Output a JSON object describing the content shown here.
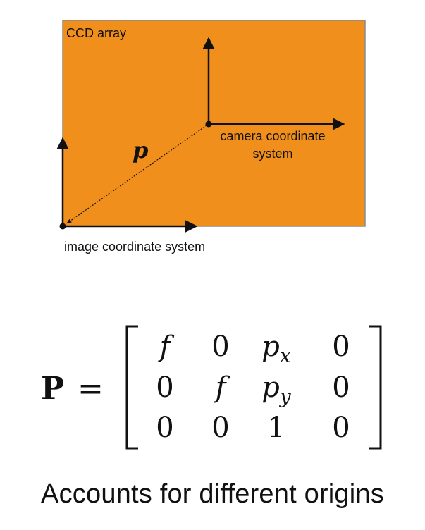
{
  "ccd": {
    "label": "CCD array",
    "fill": "#f18f1c",
    "border": "#8a8a8a"
  },
  "vector_label": "p",
  "camera_label": {
    "line1": "camera coordinate",
    "line2": "system"
  },
  "image_label": "image coordinate system",
  "equation": {
    "lhs": "P",
    "equals": "=",
    "rows": [
      [
        {
          "base": "f",
          "sub": ""
        },
        {
          "base": "0",
          "sub": ""
        },
        {
          "base": "p",
          "sub": "x"
        },
        {
          "base": "0",
          "sub": ""
        }
      ],
      [
        {
          "base": "0",
          "sub": ""
        },
        {
          "base": "f",
          "sub": ""
        },
        {
          "base": "p",
          "sub": "y"
        },
        {
          "base": "0",
          "sub": ""
        }
      ],
      [
        {
          "base": "0",
          "sub": ""
        },
        {
          "base": "0",
          "sub": ""
        },
        {
          "base": "1",
          "sub": ""
        },
        {
          "base": "0",
          "sub": ""
        }
      ]
    ]
  },
  "caption": "Accounts for different origins"
}
